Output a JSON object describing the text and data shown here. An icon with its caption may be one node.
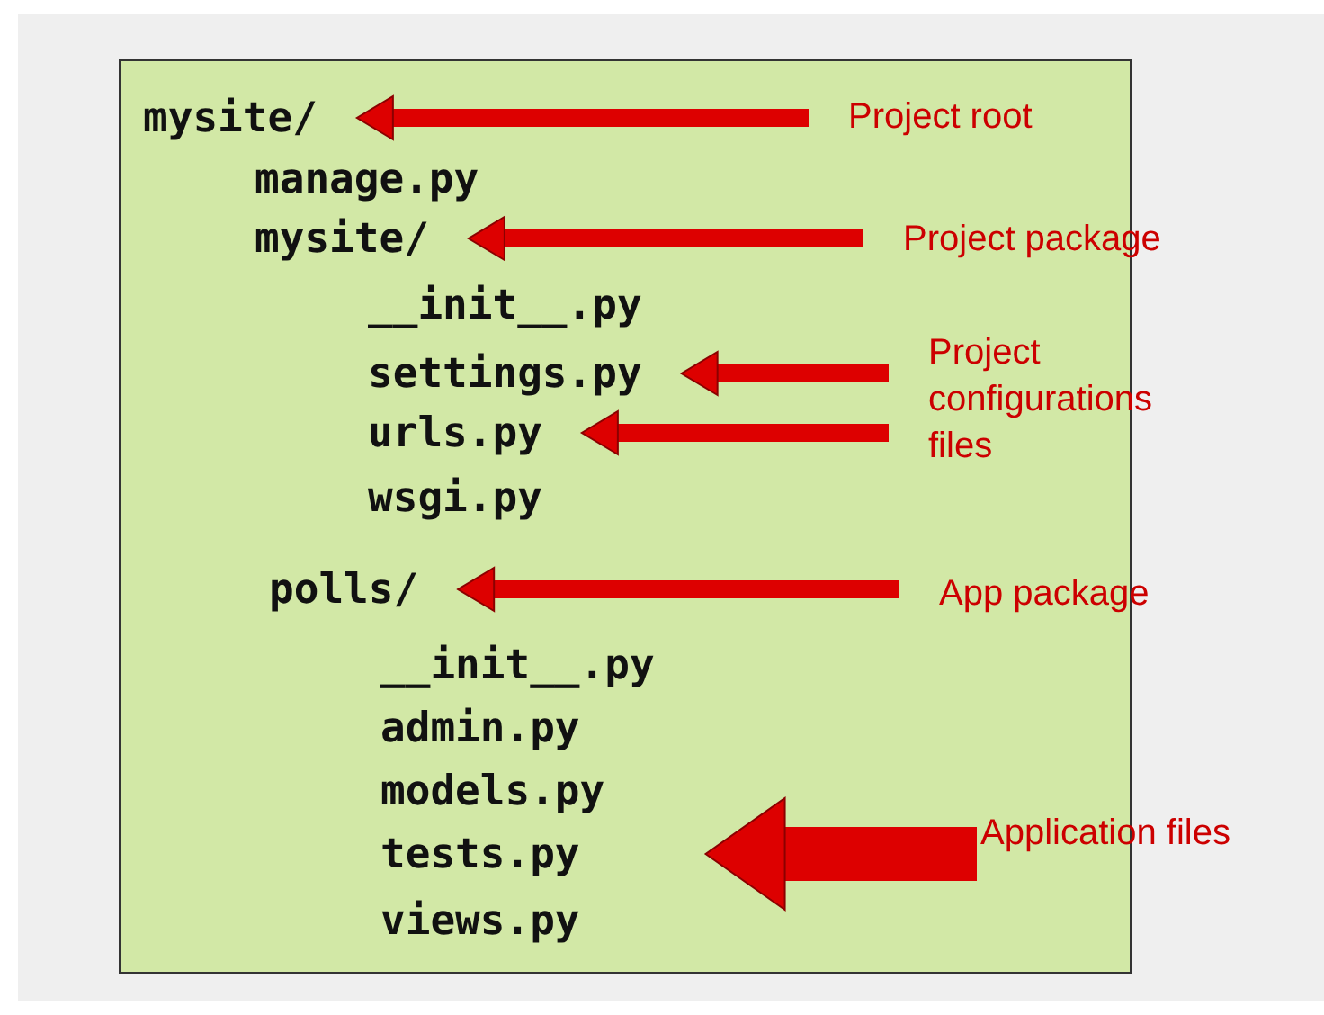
{
  "diagram": {
    "nodes": [
      {
        "text": [],
        "shape": "box"
      },
      {
        "text": [
          "mysite/"
        ],
        "in": 0
      },
      {
        "text": [
          "manage.py"
        ],
        "in": 0
      },
      {
        "text": [
          "mysite/"
        ],
        "in": 0
      },
      {
        "text": [
          "__init__.py"
        ],
        "in": 0
      },
      {
        "text": [
          "settings.py"
        ],
        "in": 0
      },
      {
        "text": [
          "urls.py"
        ],
        "in": 0
      },
      {
        "text": [
          "wsgi.py"
        ],
        "in": 0
      },
      {
        "text": [
          "polls/"
        ],
        "in": 0
      },
      {
        "text": [
          "__init__.py"
        ],
        "in": 0
      },
      {
        "text": [
          "admin.py"
        ],
        "in": 0
      },
      {
        "text": [
          "models.py"
        ],
        "in": 0
      },
      {
        "text": [
          "tests.py"
        ],
        "in": 0
      },
      {
        "text": [
          "views.py"
        ],
        "in": 0
      },
      {
        "text": [
          "Project root"
        ],
        "in": 0
      },
      {
        "text": [
          "Project package"
        ]
      },
      {
        "text": [
          "Project configurations files"
        ]
      },
      {
        "text": [
          "App package"
        ]
      },
      {
        "text": [
          "Application files"
        ]
      }
    ],
    "edges": [
      {
        "from": 14,
        "to": 1,
        "arrow": "to"
      },
      {
        "from": 15,
        "to": 3,
        "arrow": "to"
      },
      {
        "from": 16,
        "to": 5,
        "arrow": "to"
      },
      {
        "from": 16,
        "to": 6,
        "arrow": "to"
      },
      {
        "from": 17,
        "to": 8,
        "arrow": "to"
      },
      {
        "from": 18,
        "to": 12,
        "arrow": "to",
        "style": "thick"
      }
    ]
  }
}
